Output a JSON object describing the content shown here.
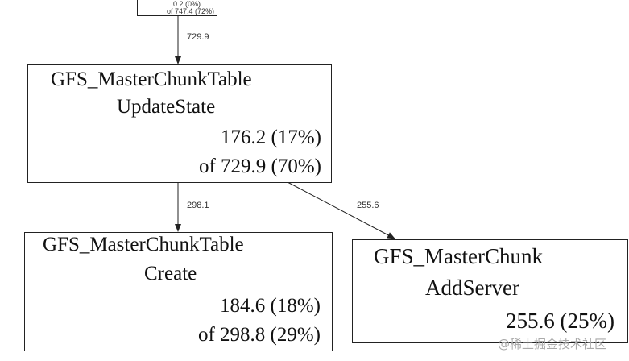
{
  "nodes": [
    {
      "id": "top",
      "lines": [
        "0.2 (0%)",
        "of 747.4 (72%)"
      ]
    },
    {
      "id": "update",
      "lines": [
        "GFS_MasterChunkTable",
        "UpdateState",
        "176.2 (17%)",
        "of 729.9 (70%)"
      ]
    },
    {
      "id": "create",
      "lines": [
        "GFS_MasterChunkTable",
        "Create",
        "184.6 (18%)",
        "of 298.8 (29%)"
      ]
    },
    {
      "id": "addserver",
      "lines": [
        "GFS_MasterChunk",
        "AddServer",
        "255.6 (25%)"
      ]
    }
  ],
  "edges": [
    {
      "from": "top",
      "to": "update",
      "label": "729.9"
    },
    {
      "from": "update",
      "to": "create",
      "label": "298.1"
    },
    {
      "from": "update",
      "to": "addserver",
      "label": "255.6"
    }
  ],
  "watermark": "@稀土掘金技术社区"
}
